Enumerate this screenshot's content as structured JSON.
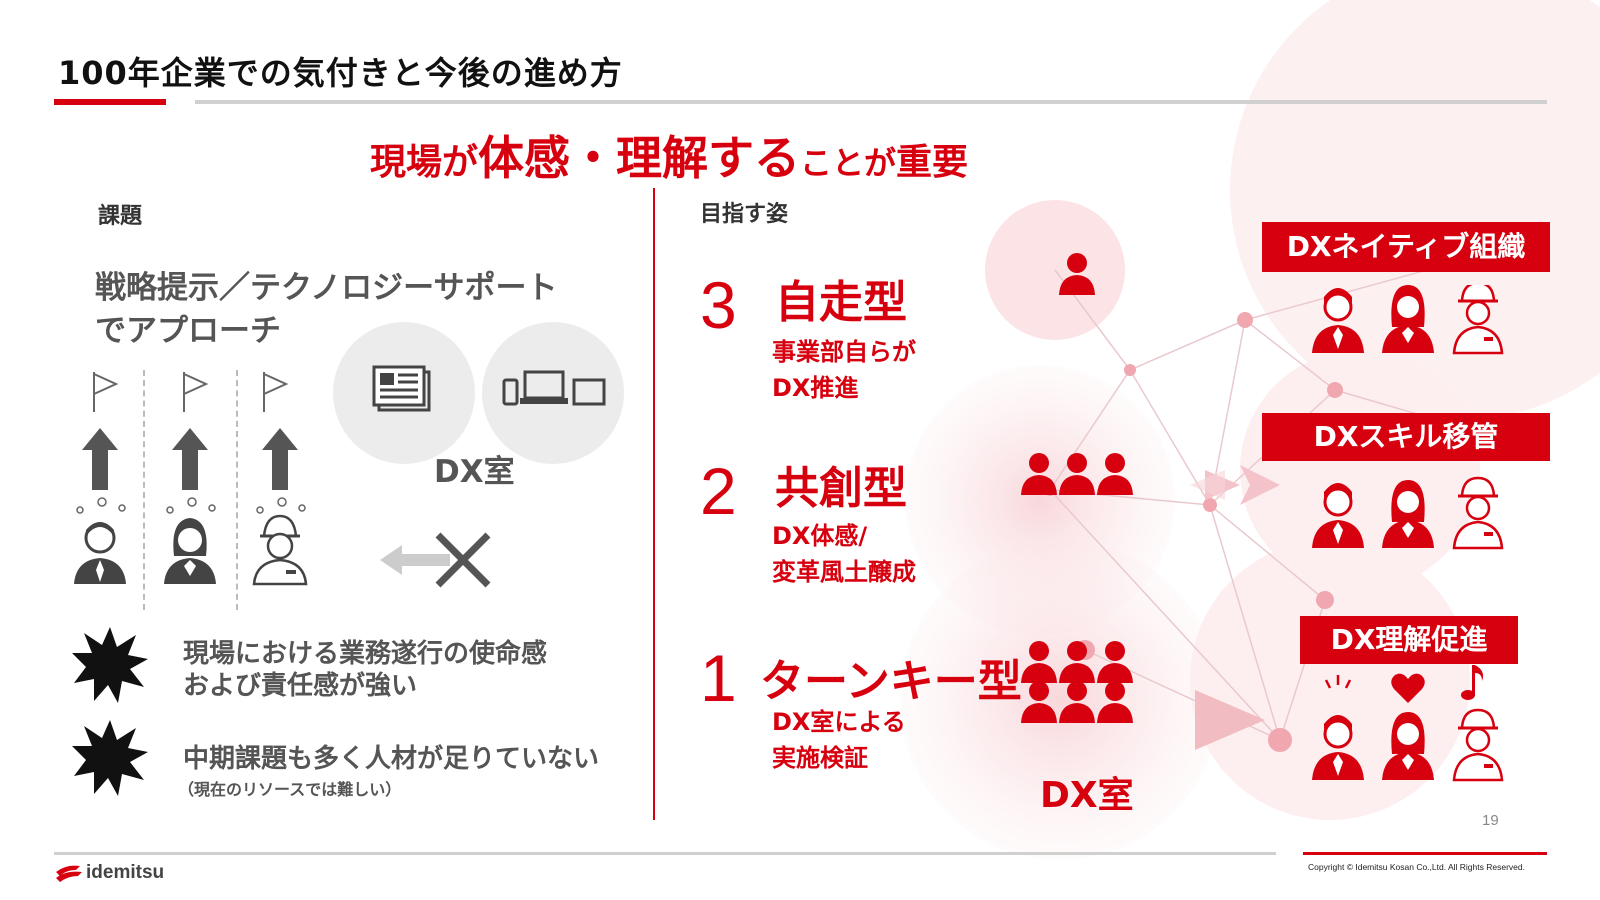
{
  "title": "100年企業での気付きと今後の進め方",
  "headline": {
    "part1": "現場が",
    "part2": "体感・理解する",
    "part3": "ことが",
    "part4": "重要"
  },
  "left": {
    "section_label": "課題",
    "approach_line1": "戦略提示／テクノロジーサポート",
    "approach_line2": "でアプローチ",
    "dx_room_label": "DX室",
    "issue1_line1": "現場における業務遂行の使命感",
    "issue1_line2": "および責任感が強い",
    "issue2_line1": "中期課題も多く人材が足りていない",
    "issue2_note": "（現在のリソースでは難しい）"
  },
  "right": {
    "section_label": "目指す姿",
    "levels": [
      {
        "number": "3",
        "name": "自走型",
        "desc1": "事業部自らが",
        "desc2": "DX推進"
      },
      {
        "number": "2",
        "name": "共創型",
        "desc1": "DX体感/",
        "desc2": "変革風土醸成"
      },
      {
        "number": "1",
        "name": "ターンキー型",
        "desc1": "DX室による",
        "desc2": "実施検証"
      }
    ],
    "dx_room_label": "DX室",
    "boxes": [
      "DXネイティブ組織",
      "DXスキル移管",
      "DX理解促進"
    ]
  },
  "footer": {
    "page_number": "19",
    "logo_text": "idemitsu",
    "copyright": "Copyright © Idemitsu Kosan Co.,Ltd.  All Rights Reserved."
  },
  "colors": {
    "accent": "#d7000f",
    "grey_circle": "#ececec",
    "grey_text": "#555555"
  }
}
